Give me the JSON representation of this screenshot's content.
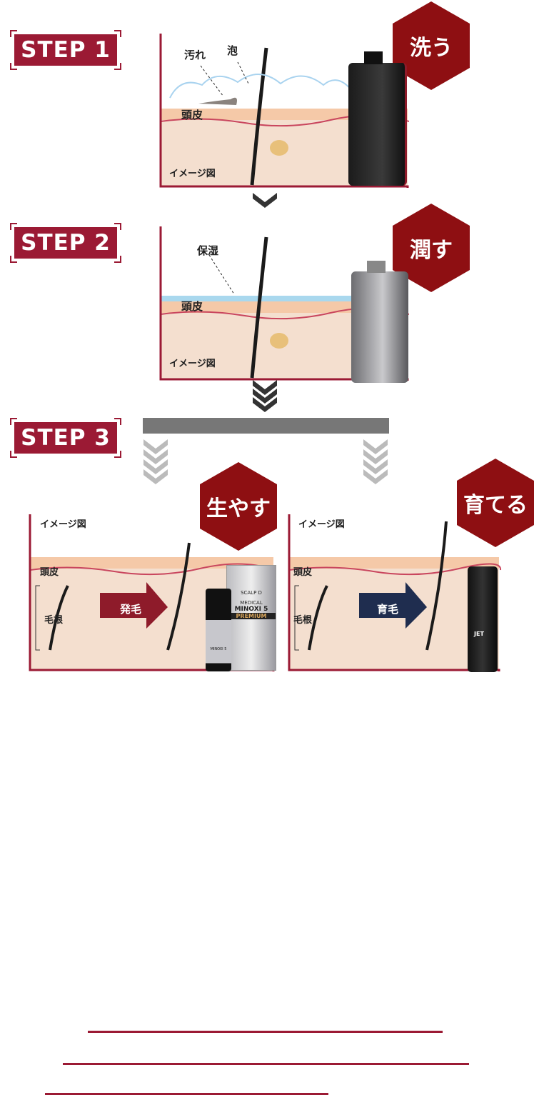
{
  "steps": [
    {
      "label": "STEP 1",
      "action": "洗う",
      "labels": {
        "dirt": "汚れ",
        "foam": "泡",
        "scalp": "頭皮",
        "image_note": "イメージ図"
      }
    },
    {
      "label": "STEP 2",
      "action": "潤す",
      "labels": {
        "moisture": "保湿",
        "scalp": "頭皮",
        "image_note": "イメージ図"
      }
    },
    {
      "label": "STEP 3"
    }
  ],
  "step3": {
    "left": {
      "action": "生やす",
      "image_note": "イメージ図",
      "scalp": "頭皮",
      "root": "毛根",
      "arrow": "発毛"
    },
    "right": {
      "action": "育てる",
      "image_note": "イメージ図",
      "scalp": "頭皮",
      "root": "毛根",
      "arrow": "育毛"
    }
  },
  "products": {
    "brand": "SCALP D",
    "box_line1": "MEDICAL",
    "box_line2": "MINOXI 5",
    "box_line3": "PREMIUM",
    "bottle": "MINOXI 5",
    "jet": "JET"
  },
  "colors": {
    "accent": "#9b1a34",
    "hexagon": "#8e0f12",
    "skin": "#f5c9a8",
    "dermis": "#f4dfcf",
    "arrow_grow": "#8e1b2a",
    "arrow_nurture": "#1f2d4f"
  }
}
